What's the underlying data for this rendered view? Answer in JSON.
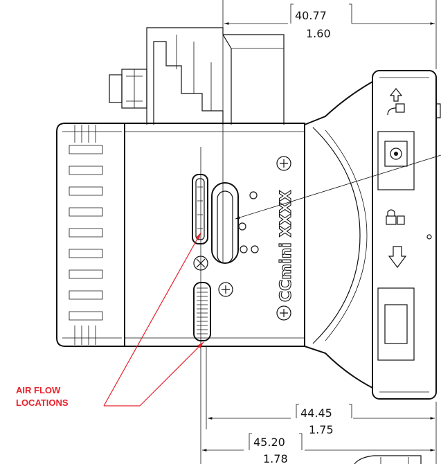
{
  "dimensions": {
    "top": {
      "mm": "40.77",
      "inch": "1.60"
    },
    "mid": {
      "mm": "44.45",
      "inch": "1.75"
    },
    "bottom": {
      "mm": "45.20",
      "inch": "1.78"
    }
  },
  "brand_label": "CCmini XXXX",
  "callout": {
    "line1": "AIR FLOW",
    "line2": "LOCATIONS",
    "color": "#e8212b"
  }
}
